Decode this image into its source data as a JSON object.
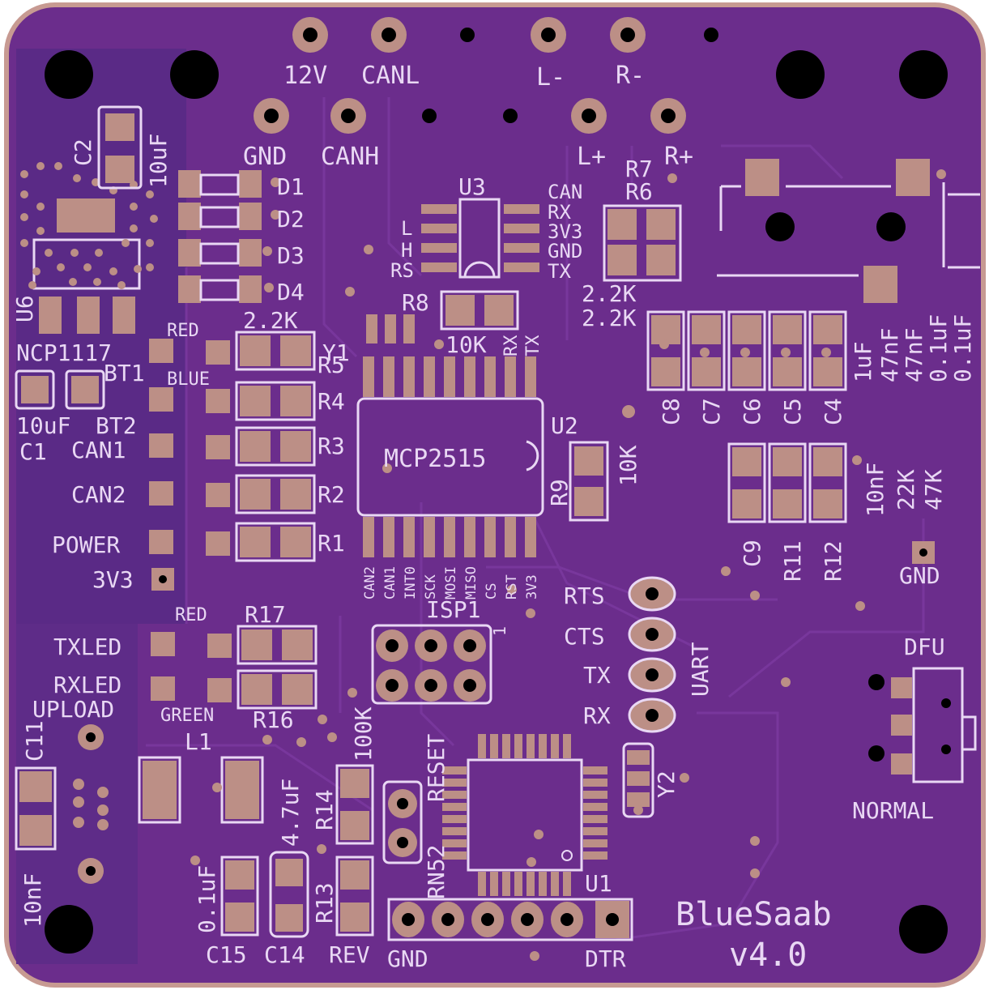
{
  "board": {
    "name": "BlueSaab",
    "version": "v4.0",
    "colors": {
      "background": "#6b2d8c",
      "copper_fill": "#4d1f7a",
      "copper_pour": "#5a2a86",
      "pad": "#bc8f86",
      "silkscreen": "#e9d8f4",
      "hole": "#000000"
    }
  },
  "connectors": {
    "top": [
      "12V",
      "CANL",
      "L-",
      "R-",
      "GND",
      "CANH",
      "L+",
      "R+"
    ],
    "uart": {
      "name": "UART",
      "pins": [
        "RTS",
        "CTS",
        "TX",
        "RX"
      ]
    },
    "isp": {
      "name": "ISP1",
      "pin1": "1"
    },
    "ftdi": {
      "left": "GND",
      "right": "DTR"
    },
    "dfu_switch": {
      "top": "DFU",
      "bottom": "NORMAL"
    },
    "gnd_testpoint": "GND",
    "v33_testpoint": "3V3"
  },
  "ics": {
    "u2": {
      "ref": "U2",
      "part": "MCP2515",
      "pins": [
        "CAN2",
        "CAN1",
        "INT0",
        "SCK",
        "MOSI",
        "MISO",
        "CS",
        "RST",
        "3V3"
      ]
    },
    "u3": {
      "ref": "U3",
      "left_pins": [
        "L",
        "H",
        "RS"
      ],
      "right_pins": [
        "CAN",
        "RX",
        "3V3",
        "GND",
        "TX"
      ]
    },
    "u6": {
      "ref": "U6",
      "part": "NCP1117"
    },
    "u1": {
      "ref": "U1"
    },
    "y1": "Y1",
    "y2": "Y2",
    "l1": "L1",
    "rn52": "RN52",
    "reset": "RESET",
    "rev": "REV",
    "upload": "UPLOAD"
  },
  "leds": [
    {
      "ref": "D1"
    },
    {
      "ref": "D2"
    },
    {
      "ref": "D3"
    },
    {
      "ref": "D4"
    }
  ],
  "status_leds": {
    "red": "RED",
    "blue": "BLUE",
    "green": "GREEN",
    "bt1": "BT1",
    "bt2": "BT2",
    "can1": "CAN1",
    "can2": "CAN2",
    "power": "POWER",
    "txled": "TXLED",
    "rxled": "RXLED",
    "red2": "RED"
  },
  "resistors": {
    "r1": "R1",
    "r2": "R2",
    "r3": "R3",
    "r4": "R4",
    "r5": "R5",
    "r5_value": "2.2K",
    "r6": "R6",
    "r7": "R7",
    "r6_value": "2.2K",
    "r7_value": "2.2K",
    "r8": "R8",
    "r8_value": "10K",
    "r9": "R9",
    "r9_value": "10K",
    "r11": "R11",
    "r12": "R12",
    "r11_value": "22K",
    "r12_value": "47K",
    "r13": "R13",
    "r14": "R14",
    "r14_value": "100K",
    "r16": "R16",
    "r17": "R17",
    "rxtx": [
      "RX",
      "TX"
    ]
  },
  "capacitors": {
    "c1": "C1",
    "c1_value": "10uF",
    "c2": "C2",
    "c2_value": "10uF",
    "c4": "C4",
    "c5": "C5",
    "c6": "C6",
    "c7": "C7",
    "c8": "C8",
    "c4_value": "0.1uF",
    "c5_value": "0.1uF",
    "c6_value": "47nF",
    "c7_value": "47nF",
    "c8_value": "1uF",
    "c9": "C9",
    "c9_value": "10nF",
    "c11": "C11",
    "c11_value": "10nF",
    "c14": "C14",
    "c14_value": "4.7uF",
    "c15": "C15",
    "c15_value": "0.1uF"
  }
}
